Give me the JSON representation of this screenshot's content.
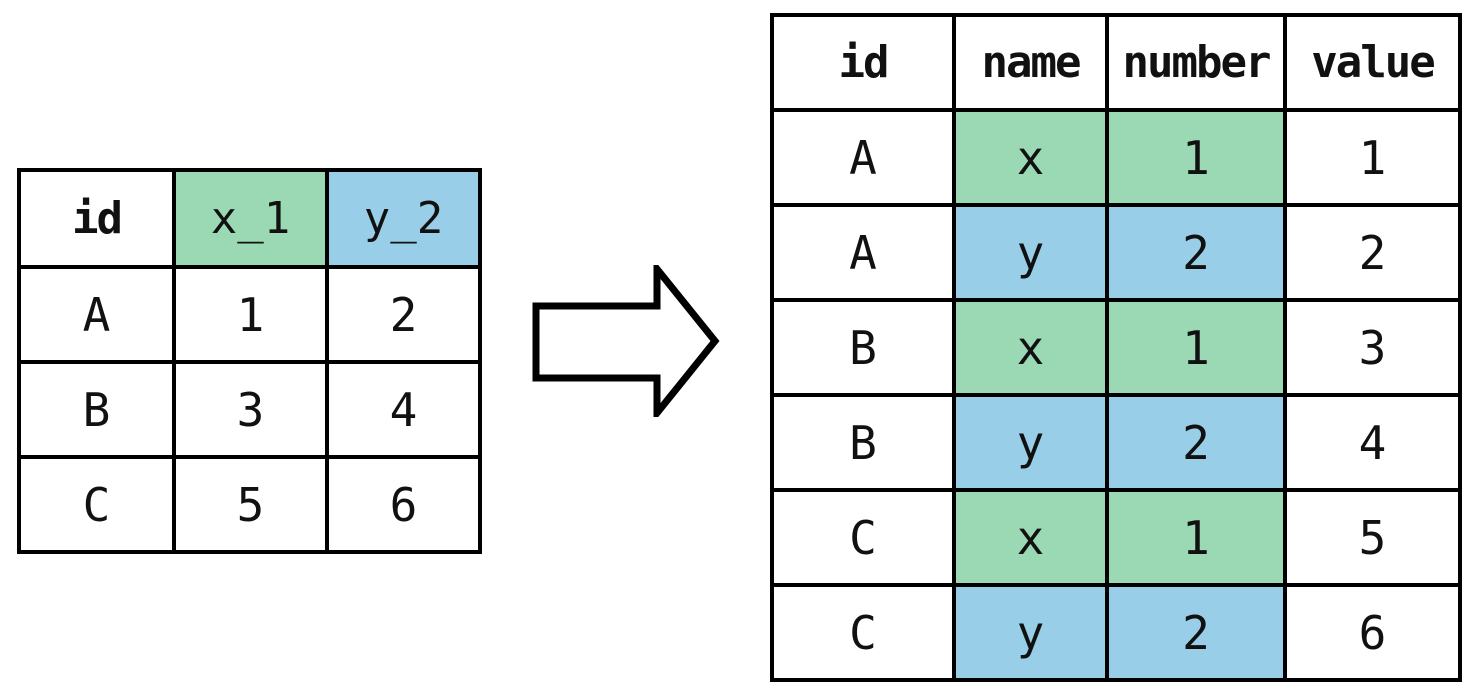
{
  "left_table": {
    "headers": [
      "id",
      "x_1",
      "y_2"
    ],
    "header_highlights": [
      "none",
      "green",
      "blue"
    ],
    "rows": [
      [
        "A",
        "1",
        "2"
      ],
      [
        "B",
        "3",
        "4"
      ],
      [
        "C",
        "5",
        "6"
      ]
    ]
  },
  "arrow": {
    "direction": "right"
  },
  "right_table": {
    "headers": [
      "id",
      "name",
      "number",
      "value"
    ],
    "row_highlights": [
      "green",
      "blue",
      "green",
      "blue",
      "green",
      "blue"
    ],
    "rows": [
      [
        "A",
        "x",
        "1",
        "1"
      ],
      [
        "A",
        "y",
        "2",
        "2"
      ],
      [
        "B",
        "x",
        "1",
        "3"
      ],
      [
        "B",
        "y",
        "2",
        "4"
      ],
      [
        "C",
        "x",
        "1",
        "5"
      ],
      [
        "C",
        "y",
        "2",
        "6"
      ]
    ]
  },
  "colors": {
    "green": "#9BD9B4",
    "blue": "#99CEE8",
    "border": "#000000",
    "background": "#FFFFFF"
  }
}
